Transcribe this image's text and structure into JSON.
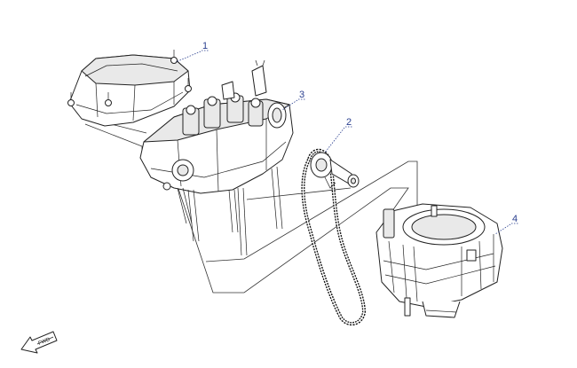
{
  "callouts": {
    "c1": "1",
    "c2": "2",
    "c3": "3",
    "c4": "4"
  },
  "direction_arrow": {
    "label": "FWD",
    "icon": "direction-arrow-icon"
  },
  "colors": {
    "callout": "#2a3f8f",
    "linework": "#222222"
  }
}
